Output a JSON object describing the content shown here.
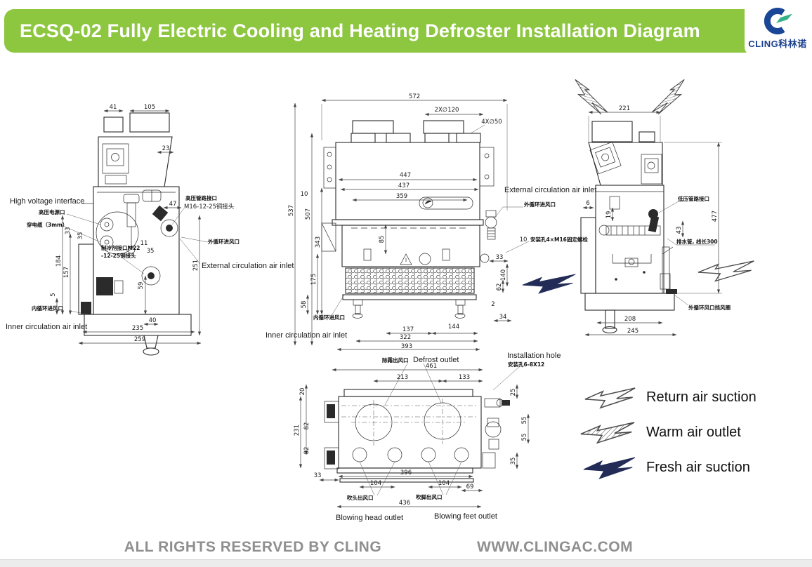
{
  "header": {
    "title": "ECSQ-02 Fully Electric Cooling and Heating Defroster Installation Diagram",
    "accent_color": "#8dc63f",
    "logo_text": "CLING科林诺"
  },
  "views": {
    "left": {
      "labels": {
        "high_voltage_en": "High voltage interface",
        "high_voltage_cn": "高压电源口",
        "cable_cn": "穿电缆（3mm）",
        "refrigerant_line1": "制冷剂接口M22",
        "refrigerant_line2": "-12-25铜接头",
        "hp_pipe_cn": "高压管路接口",
        "hp_fitting": "M16-12-25铜接头",
        "ext_inlet_cn": "外循环进风口",
        "ext_inlet_en": "External circulation air inlet",
        "inner_inlet_cn": "内循环进风口",
        "inner_inlet_en": "Inner circulation air inlet"
      },
      "dims": {
        "top_a": "41",
        "top_b": "105",
        "slant": "23",
        "port": "47",
        "v33": "33",
        "v35": "35",
        "h184": "184",
        "h157": "157",
        "h5": "5",
        "v11": "11",
        "v35b": "35",
        "v59": "59",
        "right251": "251",
        "foot40": "40",
        "base235": "235",
        "total259": "259"
      }
    },
    "front": {
      "labels": {
        "ext_inlet_en": "External circulation air inlet",
        "ext_inlet_cn": "外循环进风口",
        "bolt_cn": "安装孔4×M16固定螺栓",
        "inner_inlet_cn": "内循环进风口",
        "inner_inlet_en": "Inner circulation air inlet"
      },
      "dims": {
        "total572": "572",
        "ports": "2X∅120",
        "holes": "4X∅50",
        "w447": "447",
        "w437": "437",
        "w359": "359",
        "h537": "537",
        "h507": "507",
        "h343": "343",
        "h175": "175",
        "h58": "58",
        "off10": "10",
        "inner85": "85",
        "off10b": "10",
        "r33": "33",
        "r140": "140",
        "r62": "62",
        "r2": "2",
        "r34": "34",
        "b137": "137",
        "b144": "144",
        "b322": "322",
        "b393": "393"
      }
    },
    "right": {
      "labels": {
        "lp_pipe_cn": "低压管路接口",
        "drain_cn": "排水管, 线长300",
        "ext_ring_cn": "外循环风口挡风圈"
      },
      "dims": {
        "top221": "221",
        "off6": "6",
        "v19": "19",
        "v43": "43",
        "h477": "477",
        "b208": "208",
        "b245": "245"
      }
    },
    "bottom": {
      "labels": {
        "defrost_en": "Defrost outlet",
        "defrost_cn": "除霜出风口",
        "install_en": "Installation hole",
        "install_cn": "安装孔6-8X12",
        "head_cn": "吹头出风口",
        "feet_cn": "吹脚出风口",
        "head_en": "Blowing head outlet",
        "feet_en": "Blowing feet  outlet"
      },
      "dims": {
        "w461": "461",
        "w213": "213",
        "w133": "133",
        "l20": "20",
        "l82a": "82",
        "l82b": "82",
        "l231": "231",
        "b33": "33",
        "b396": "396",
        "b104a": "104",
        "b104b": "104",
        "b69": "69",
        "b436": "436",
        "r25": "25",
        "r55a": "55",
        "r55b": "55",
        "r35": "35"
      }
    }
  },
  "legend": {
    "items": [
      {
        "label": "Return air suction",
        "style": "outline-arrow"
      },
      {
        "label": "Warm air outlet",
        "style": "hatched-arrow"
      },
      {
        "label": "Fresh air suction",
        "style": "solid-arrow",
        "color": "#222c57"
      }
    ]
  },
  "footer": {
    "left": "ALL RIGHTS RESERVED BY CLING",
    "right": "WWW.CLINGAC.COM"
  }
}
